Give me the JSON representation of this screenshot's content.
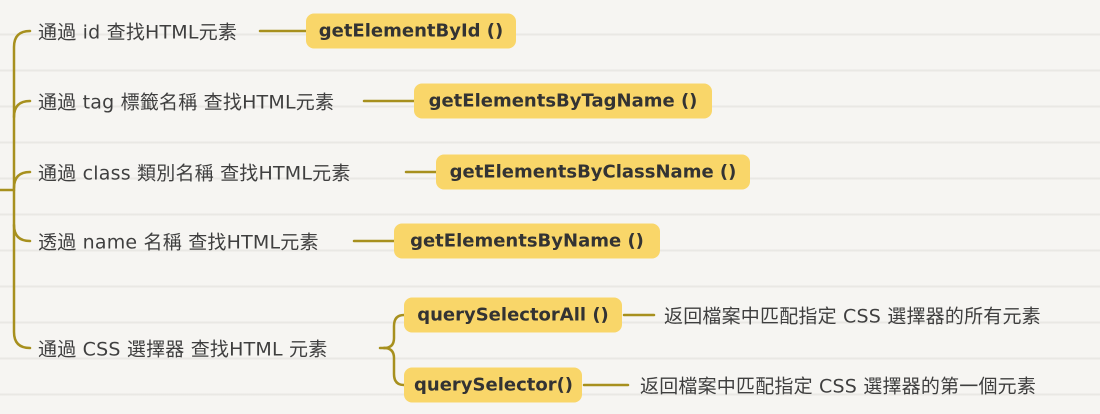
{
  "colors": {
    "background": "#f6f5f2",
    "connector": "#a7901e",
    "highlight": "#f9d669",
    "label-text": "#3f3f3f",
    "method-text": "#333333"
  },
  "mindmap": {
    "branches": [
      {
        "label": "通過 id 查找HTML元素",
        "method": "getElementById ()"
      },
      {
        "label": "通過 tag 標籤名稱 查找HTML元素",
        "method": "getElementsByTagName ()"
      },
      {
        "label": "通過 class 類別名稱 查找HTML元素",
        "method": "getElementsByClassName ()"
      },
      {
        "label": "透過 name 名稱 查找HTML元素",
        "method": "getElementsByName ()"
      },
      {
        "label": "通過 CSS 選擇器 查找HTML 元素",
        "children": [
          {
            "method": "querySelectorAll ()",
            "description": "返回檔案中匹配指定 CSS 選擇器的所有元素"
          },
          {
            "method": "querySelector()",
            "description": "返回檔案中匹配指定 CSS 選擇器的第一個元素"
          }
        ]
      }
    ]
  }
}
